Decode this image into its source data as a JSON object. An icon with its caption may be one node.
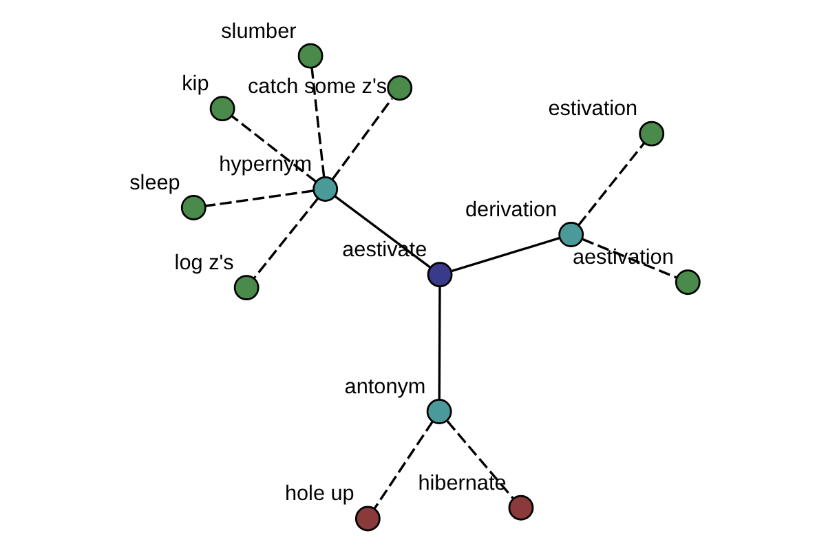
{
  "diagram": {
    "nodes": [
      {
        "text": [],
        "shape": "circle",
        "beside": [
          "sleep"
        ]
      },
      {
        "text": [],
        "shape": "circle",
        "beside": [
          "catch some z's"
        ]
      },
      {
        "text": [],
        "shape": "circle",
        "beside": [
          "log z's"
        ]
      },
      {
        "text": [],
        "shape": "circle",
        "beside": [
          "slumber"
        ]
      },
      {
        "text": [],
        "shape": "circle",
        "beside": [
          "hypernym"
        ]
      },
      {
        "text": [],
        "shape": "circle",
        "beside": [
          "kip"
        ]
      },
      {
        "text": [],
        "shape": "circle",
        "beside": [
          "aestivate"
        ]
      },
      {
        "text": [],
        "shape": "circle",
        "beside": [
          "antonym"
        ]
      },
      {
        "text": [],
        "shape": "circle",
        "beside": [
          "hole up"
        ]
      },
      {
        "text": [],
        "shape": "circle",
        "beside": [
          "derivation"
        ]
      },
      {
        "text": [],
        "shape": "circle",
        "beside": [
          "hibernate"
        ]
      },
      {
        "text": [],
        "shape": "circle",
        "beside": [
          "estivation"
        ]
      },
      {
        "text": [],
        "shape": "circle",
        "beside": [
          "aestivation"
        ]
      }
    ],
    "edges": [
      {
        "from": 6,
        "to": 4,
        "arrow": "none"
      },
      {
        "from": 6,
        "to": 9,
        "arrow": "none"
      },
      {
        "from": 6,
        "to": 7,
        "arrow": "none"
      },
      {
        "from": 4,
        "to": 0,
        "arrow": "none",
        "style": "dashed"
      },
      {
        "from": 4,
        "to": 1,
        "arrow": "none",
        "style": "dashed"
      },
      {
        "from": 4,
        "to": 2,
        "arrow": "none",
        "style": "dashed"
      },
      {
        "from": 4,
        "to": 3,
        "arrow": "none",
        "style": "dashed"
      },
      {
        "from": 4,
        "to": 5,
        "arrow": "none",
        "style": "dashed"
      },
      {
        "from": 7,
        "to": 8,
        "arrow": "none",
        "style": "dashed"
      },
      {
        "from": 7,
        "to": 10,
        "arrow": "none",
        "style": "dashed"
      },
      {
        "from": 9,
        "to": 11,
        "arrow": "none",
        "style": "dashed"
      },
      {
        "from": 9,
        "to": 12,
        "arrow": "none",
        "style": "dashed"
      }
    ]
  }
}
